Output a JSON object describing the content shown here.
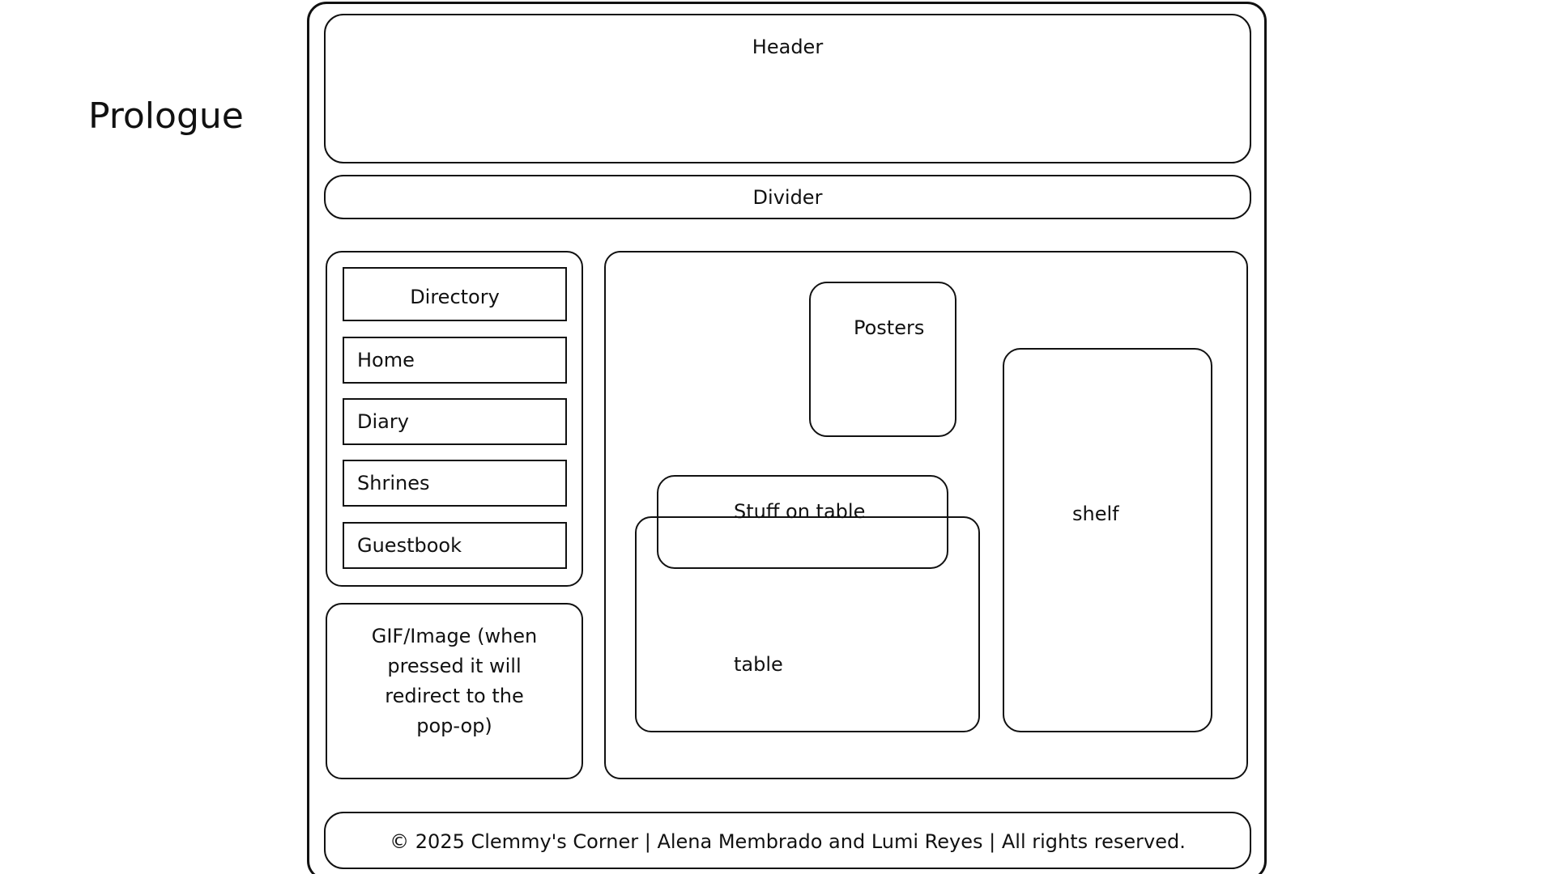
{
  "title": "Prologue",
  "header": {
    "label": "Header"
  },
  "divider": {
    "label": "Divider"
  },
  "sidebar": {
    "directory_label": "Directory",
    "items": [
      {
        "label": "Home"
      },
      {
        "label": "Diary"
      },
      {
        "label": "Shrines"
      },
      {
        "label": "Guestbook"
      }
    ]
  },
  "gif_box": {
    "lines": [
      "GIF/Image (when",
      "pressed it will",
      "redirect to the",
      "pop-op)"
    ]
  },
  "scene": {
    "posters_label": "Posters",
    "stuff_on_table_label": "Stuff on table",
    "table_label": "table",
    "shelf_label": "shelf"
  },
  "footer": {
    "text": "© 2025 Clemmy's Corner | Alena Membrado and Lumi Reyes | All rights reserved."
  },
  "colors": {
    "line": "#111111",
    "background": "#ffffff"
  }
}
